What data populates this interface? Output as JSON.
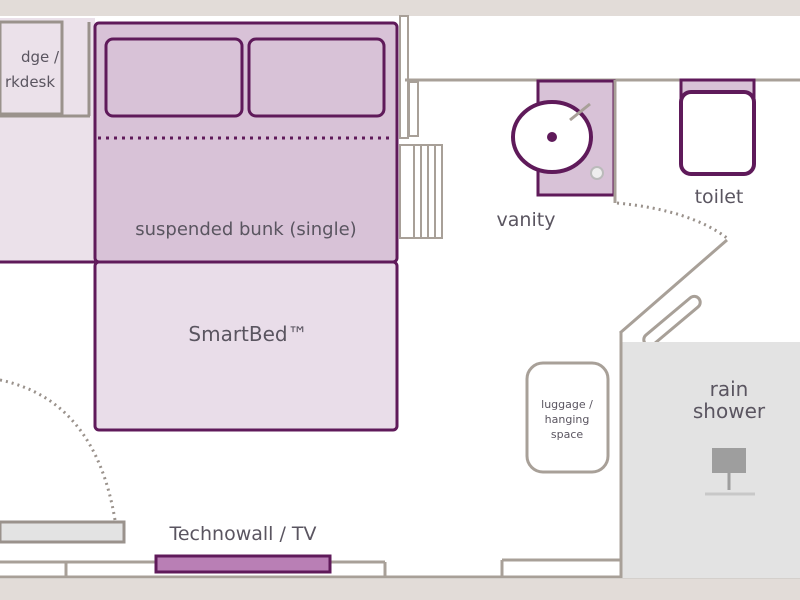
{
  "plan": {
    "fridge_label_line1": "dge /",
    "fridge_label_line2": "rkdesk",
    "bunk_label": "suspended bunk (single)",
    "bed_label": "SmartBed™",
    "vanity_label": "vanity",
    "toilet_label": "toilet",
    "luggage_line1": "luggage /",
    "luggage_line2": "hanging",
    "luggage_line3": "space",
    "shower_line1": "rain",
    "shower_line2": "shower",
    "technowall_label": "Technowall / TV"
  },
  "colors": {
    "accent": "#5f1a5a",
    "bunk_fill": "#d8c2d7",
    "bed_fill": "#e9dde9",
    "wall": "#a8a098",
    "frame": "#e2dcd8",
    "shower": "#e3e3e3",
    "tv": "#b97fb5"
  }
}
